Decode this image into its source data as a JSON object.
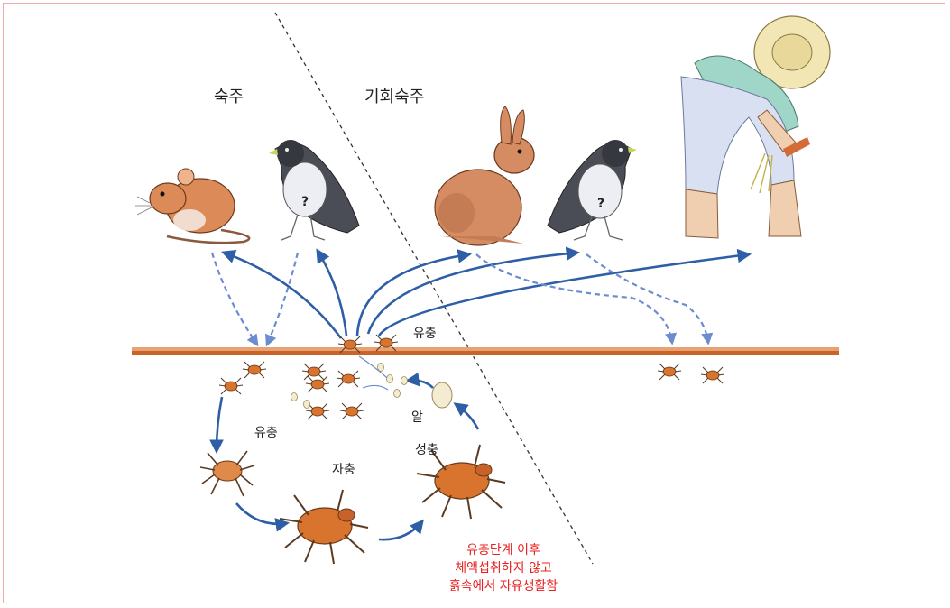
{
  "labels": {
    "host": "숙주",
    "accidental_host": "기회숙주",
    "larva_top": "유충",
    "larva_left": "유충",
    "egg": "알",
    "nymph": "자충",
    "adult": "성충"
  },
  "note": {
    "line1": "유충단계 이후",
    "line2": "체액섭취하지 않고",
    "line3": "흙속에서 자유생활함"
  },
  "bird_mark": "?",
  "colors": {
    "arrow": "#2e5fa6",
    "arrow_dashed": "#6b8ccf",
    "ground": "#c8642a",
    "mite": "#d9742e",
    "note": "#e8201f"
  }
}
